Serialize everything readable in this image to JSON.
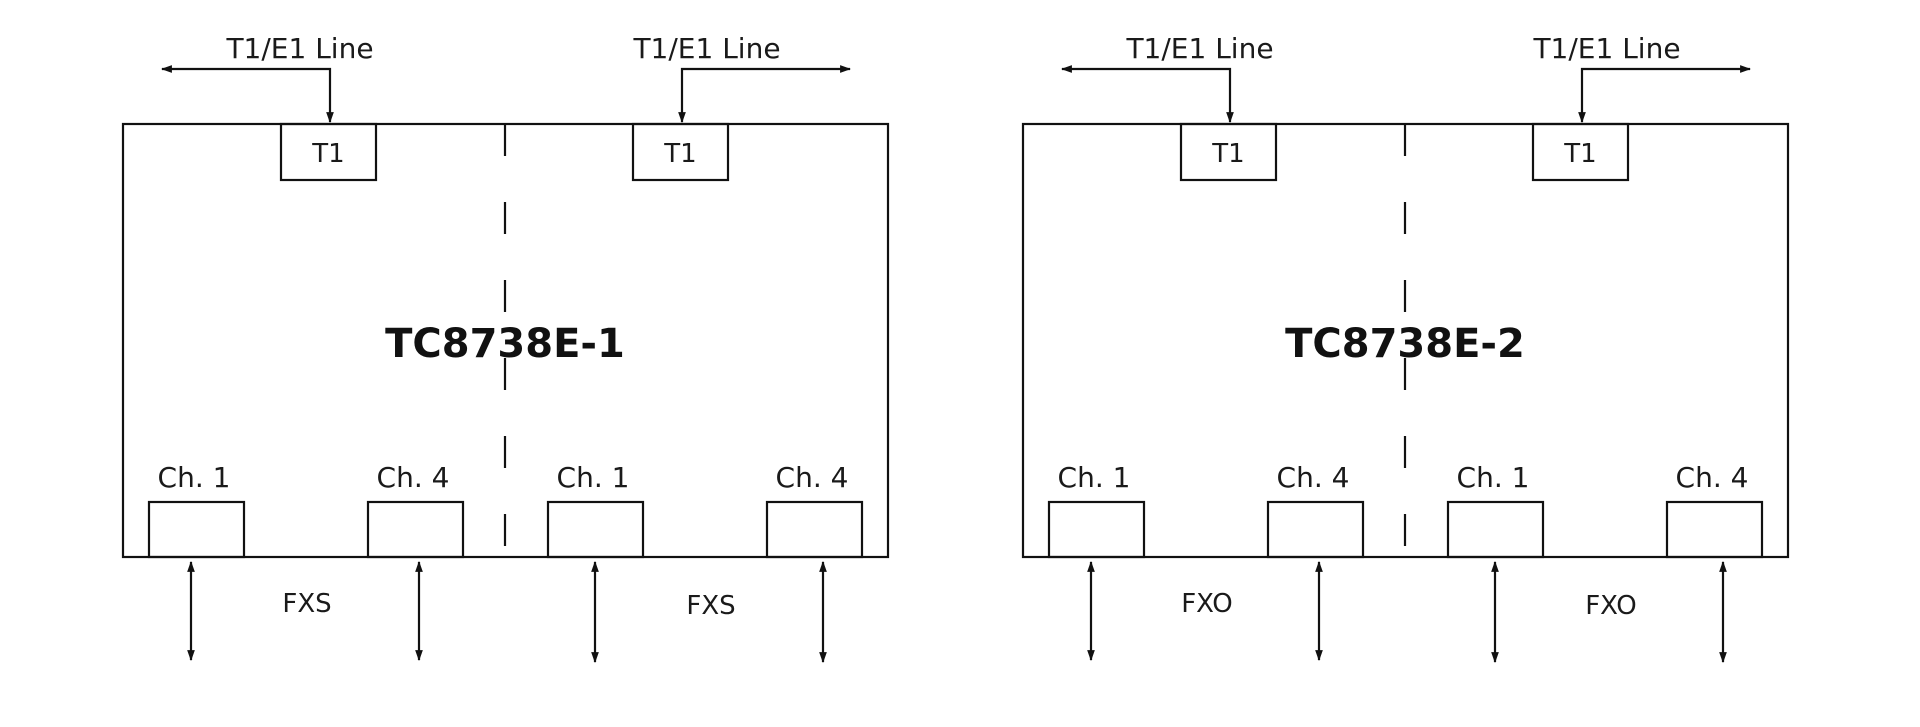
{
  "units": [
    {
      "title": "TC8738E-1",
      "line_labels": [
        "T1/E1 Line",
        "T1/E1 Line"
      ],
      "port_labels": [
        "T1",
        "T1"
      ],
      "channel_labels": [
        "Ch. 1",
        "Ch. 4",
        "Ch. 1",
        "Ch. 4"
      ],
      "interface_labels": [
        "FXS",
        "FXS"
      ]
    },
    {
      "title": "TC8738E-2",
      "line_labels": [
        "T1/E1 Line",
        "T1/E1 Line"
      ],
      "port_labels": [
        "T1",
        "T1"
      ],
      "channel_labels": [
        "Ch. 1",
        "Ch. 4",
        "Ch. 1",
        "Ch. 4"
      ],
      "interface_labels": [
        "FXO",
        "FXO"
      ]
    }
  ]
}
